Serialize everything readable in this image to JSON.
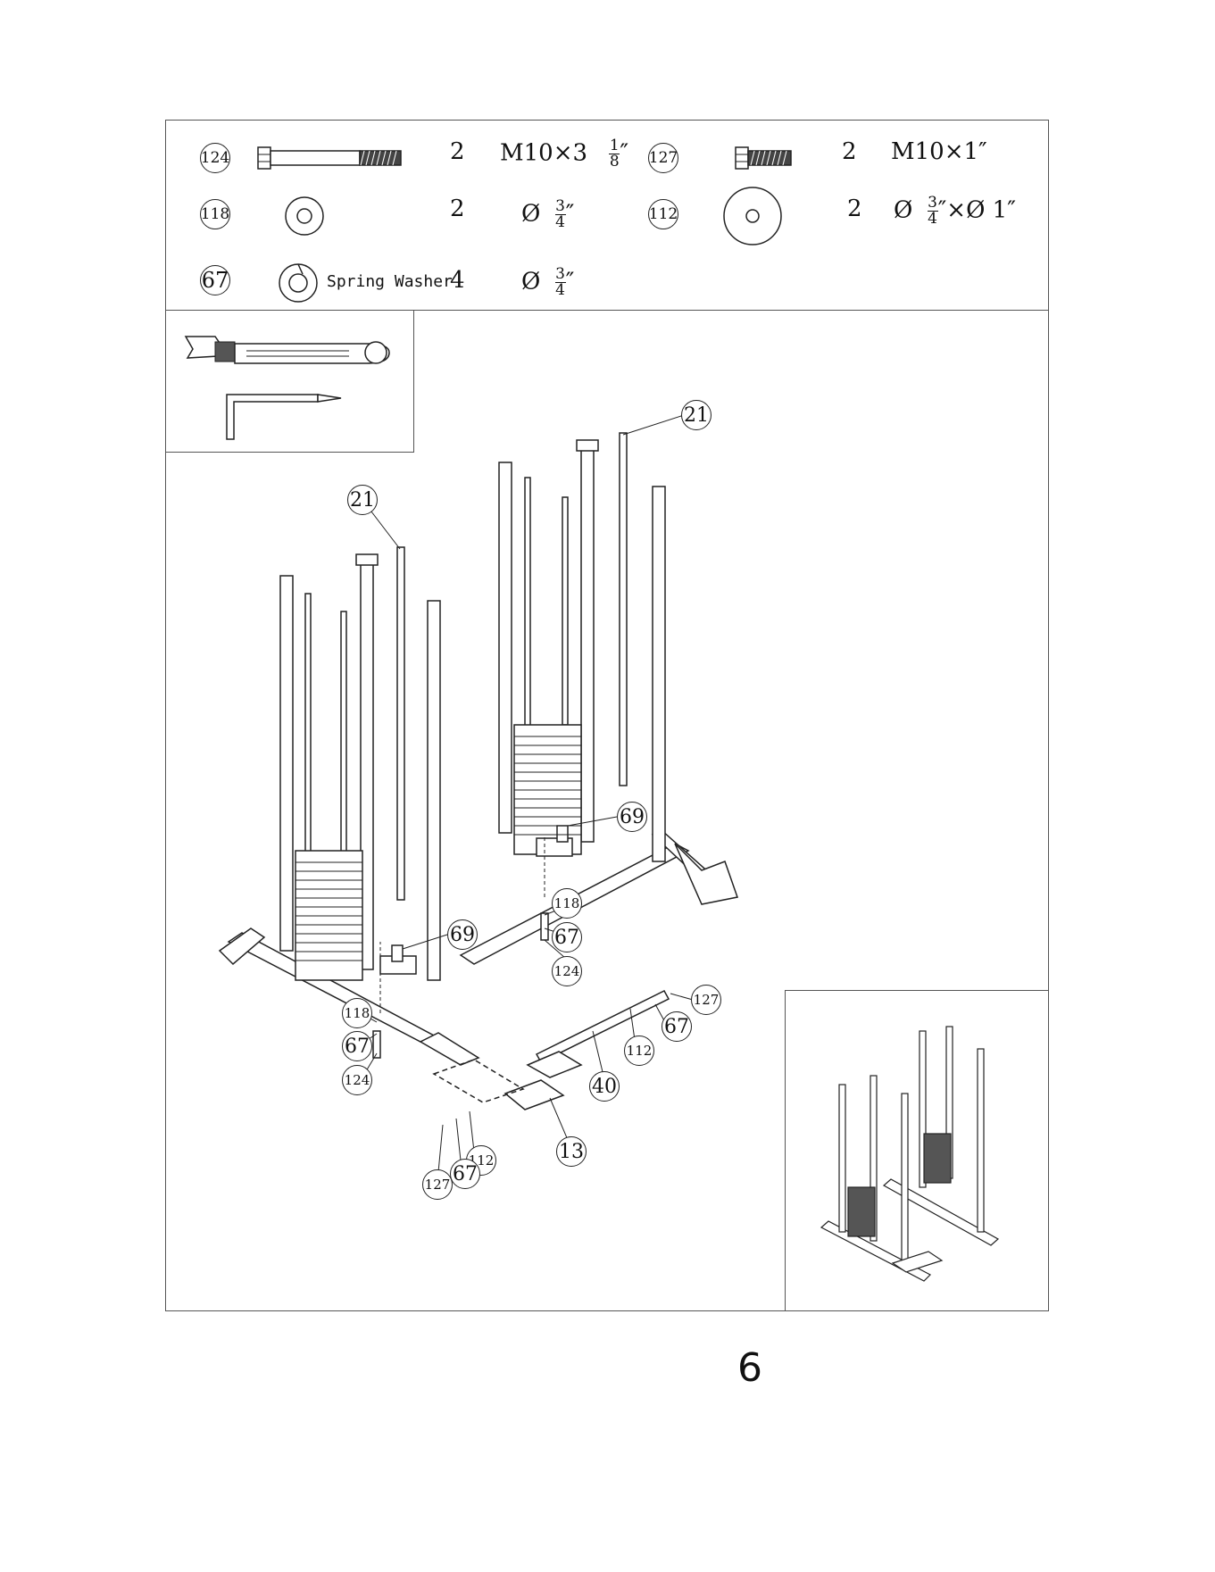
{
  "parts": [
    {
      "id": "124",
      "qty": "2",
      "spec_main": "M10×3",
      "spec_frac_num": "1",
      "spec_frac_den": "8",
      "spec_suffix": "″"
    },
    {
      "id": "127",
      "qty": "2",
      "spec_main": "M10×1″"
    },
    {
      "id": "118",
      "qty": "2",
      "spec_pre": "Ø",
      "spec_frac_num": "3",
      "spec_frac_den": "4",
      "spec_suffix": "″"
    },
    {
      "id": "112",
      "qty": "2",
      "spec_pre": "Ø",
      "spec_frac_num": "3",
      "spec_frac_den": "4",
      "spec_suffix": "″×Ø 1″"
    },
    {
      "id": "67",
      "qty": "4",
      "label": "Spring Washer",
      "spec_pre": "Ø",
      "spec_frac_num": "3",
      "spec_frac_den": "4",
      "spec_suffix": "″"
    }
  ],
  "callouts": {
    "c21a": "21",
    "c21b": "21",
    "c69a": "69",
    "c69b": "69",
    "c118a": "118",
    "c67a": "67",
    "c124a": "124",
    "c118b": "118",
    "c67b": "67",
    "c124b": "124",
    "c127a": "127",
    "c67c": "67",
    "c112a": "112",
    "c40": "40",
    "c13": "13",
    "c112b": "112",
    "c67d": "67",
    "c127b": "127"
  },
  "step_number": "6",
  "icons": [
    "open-wrench-icon",
    "allen-key-icon",
    "hex-bolt-icon",
    "washer-icon",
    "spring-washer-icon"
  ]
}
